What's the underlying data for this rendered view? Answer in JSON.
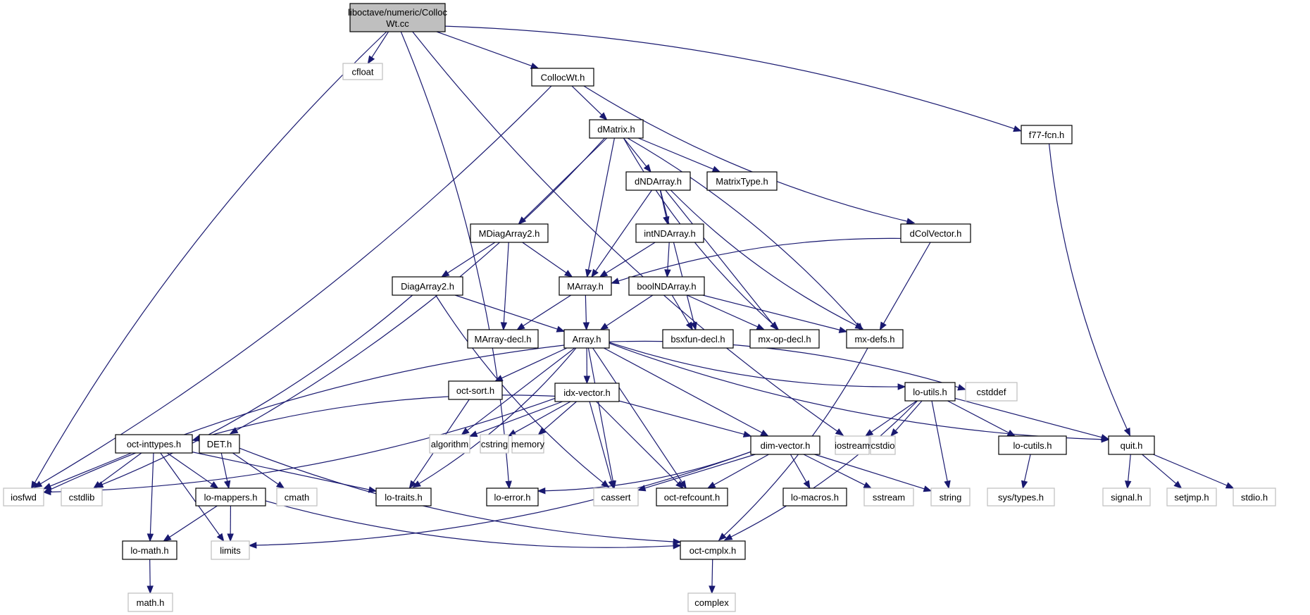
{
  "title": "liboctave/numeric/CollocWt.cc include dependency graph",
  "colors": {
    "edge": "#191970",
    "root_fill": "#bfbfbf",
    "internal_border": "#000000",
    "external_border": "#bfbfbf"
  },
  "nodes": [
    {
      "id": "root",
      "label_lines": [
        "liboctave/numeric/Colloc",
        "Wt.cc"
      ],
      "kind": "root"
    },
    {
      "id": "cfloat",
      "label_lines": [
        "cfloat"
      ],
      "kind": "ext"
    },
    {
      "id": "CollocWt_h",
      "label_lines": [
        "CollocWt.h"
      ],
      "kind": "int"
    },
    {
      "id": "f77_fcn_h",
      "label_lines": [
        "f77-fcn.h"
      ],
      "kind": "int"
    },
    {
      "id": "dMatrix_h",
      "label_lines": [
        "dMatrix.h"
      ],
      "kind": "int"
    },
    {
      "id": "dNDArray_h",
      "label_lines": [
        "dNDArray.h"
      ],
      "kind": "int"
    },
    {
      "id": "MatrixType_h",
      "label_lines": [
        "MatrixType.h"
      ],
      "kind": "int"
    },
    {
      "id": "MDiagArray2_h",
      "label_lines": [
        "MDiagArray2.h"
      ],
      "kind": "int"
    },
    {
      "id": "intNDArray_h",
      "label_lines": [
        "intNDArray.h"
      ],
      "kind": "int"
    },
    {
      "id": "dColVector_h",
      "label_lines": [
        "dColVector.h"
      ],
      "kind": "int"
    },
    {
      "id": "DiagArray2_h",
      "label_lines": [
        "DiagArray2.h"
      ],
      "kind": "int"
    },
    {
      "id": "MArray_h",
      "label_lines": [
        "MArray.h"
      ],
      "kind": "int"
    },
    {
      "id": "boolNDArray_h",
      "label_lines": [
        "boolNDArray.h"
      ],
      "kind": "int"
    },
    {
      "id": "MArray_decl_h",
      "label_lines": [
        "MArray-decl.h"
      ],
      "kind": "int"
    },
    {
      "id": "Array_h",
      "label_lines": [
        "Array.h"
      ],
      "kind": "int"
    },
    {
      "id": "bsxfun_decl_h",
      "label_lines": [
        "bsxfun-decl.h"
      ],
      "kind": "int"
    },
    {
      "id": "mx_op_decl_h",
      "label_lines": [
        "mx-op-decl.h"
      ],
      "kind": "int"
    },
    {
      "id": "mx_defs_h",
      "label_lines": [
        "mx-defs.h"
      ],
      "kind": "int"
    },
    {
      "id": "oct_sort_h",
      "label_lines": [
        "oct-sort.h"
      ],
      "kind": "int"
    },
    {
      "id": "idx_vector_h",
      "label_lines": [
        "idx-vector.h"
      ],
      "kind": "int"
    },
    {
      "id": "lo_utils_h",
      "label_lines": [
        "lo-utils.h"
      ],
      "kind": "int"
    },
    {
      "id": "cstddef",
      "label_lines": [
        "cstddef"
      ],
      "kind": "ext"
    },
    {
      "id": "oct_inttypes_h",
      "label_lines": [
        "oct-inttypes.h"
      ],
      "kind": "int"
    },
    {
      "id": "DET_h",
      "label_lines": [
        "DET.h"
      ],
      "kind": "int"
    },
    {
      "id": "algorithm",
      "label_lines": [
        "algorithm"
      ],
      "kind": "ext"
    },
    {
      "id": "cstring",
      "label_lines": [
        "cstring"
      ],
      "kind": "ext"
    },
    {
      "id": "memory",
      "label_lines": [
        "memory"
      ],
      "kind": "ext"
    },
    {
      "id": "dim_vector_h",
      "label_lines": [
        "dim-vector.h"
      ],
      "kind": "int"
    },
    {
      "id": "iostream",
      "label_lines": [
        "iostream"
      ],
      "kind": "ext"
    },
    {
      "id": "cstdio",
      "label_lines": [
        "cstdio"
      ],
      "kind": "ext"
    },
    {
      "id": "lo_cutils_h",
      "label_lines": [
        "lo-cutils.h"
      ],
      "kind": "int"
    },
    {
      "id": "quit_h",
      "label_lines": [
        "quit.h"
      ],
      "kind": "int"
    },
    {
      "id": "iosfwd",
      "label_lines": [
        "iosfwd"
      ],
      "kind": "ext"
    },
    {
      "id": "cstdlib",
      "label_lines": [
        "cstdlib"
      ],
      "kind": "ext"
    },
    {
      "id": "lo_mappers_h",
      "label_lines": [
        "lo-mappers.h"
      ],
      "kind": "int"
    },
    {
      "id": "cmath",
      "label_lines": [
        "cmath"
      ],
      "kind": "ext"
    },
    {
      "id": "lo_traits_h",
      "label_lines": [
        "lo-traits.h"
      ],
      "kind": "int"
    },
    {
      "id": "lo_error_h",
      "label_lines": [
        "lo-error.h"
      ],
      "kind": "int"
    },
    {
      "id": "cassert",
      "label_lines": [
        "cassert"
      ],
      "kind": "ext"
    },
    {
      "id": "oct_refcount_h",
      "label_lines": [
        "oct-refcount.h"
      ],
      "kind": "int"
    },
    {
      "id": "lo_macros_h",
      "label_lines": [
        "lo-macros.h"
      ],
      "kind": "int"
    },
    {
      "id": "sstream",
      "label_lines": [
        "sstream"
      ],
      "kind": "ext"
    },
    {
      "id": "string",
      "label_lines": [
        "string"
      ],
      "kind": "ext"
    },
    {
      "id": "sys_types_h",
      "label_lines": [
        "sys/types.h"
      ],
      "kind": "ext"
    },
    {
      "id": "signal_h",
      "label_lines": [
        "signal.h"
      ],
      "kind": "ext"
    },
    {
      "id": "setjmp_h",
      "label_lines": [
        "setjmp.h"
      ],
      "kind": "ext"
    },
    {
      "id": "stdio_h",
      "label_lines": [
        "stdio.h"
      ],
      "kind": "ext"
    },
    {
      "id": "lo_math_h",
      "label_lines": [
        "lo-math.h"
      ],
      "kind": "int"
    },
    {
      "id": "limits",
      "label_lines": [
        "limits"
      ],
      "kind": "ext"
    },
    {
      "id": "oct_cmplx_h",
      "label_lines": [
        "oct-cmplx.h"
      ],
      "kind": "int"
    },
    {
      "id": "math_h",
      "label_lines": [
        "math.h"
      ],
      "kind": "ext"
    },
    {
      "id": "complex",
      "label_lines": [
        "complex"
      ],
      "kind": "ext"
    }
  ],
  "edges": [
    [
      "root",
      "cfloat"
    ],
    [
      "root",
      "CollocWt_h"
    ],
    [
      "root",
      "f77_fcn_h"
    ],
    [
      "root",
      "iosfwd"
    ],
    [
      "root",
      "lo_error_h"
    ],
    [
      "root",
      "iostream"
    ],
    [
      "CollocWt_h",
      "dMatrix_h"
    ],
    [
      "CollocWt_h",
      "dColVector_h"
    ],
    [
      "CollocWt_h",
      "iosfwd"
    ],
    [
      "f77_fcn_h",
      "quit_h"
    ],
    [
      "dMatrix_h",
      "dNDArray_h"
    ],
    [
      "dMatrix_h",
      "MatrixType_h"
    ],
    [
      "dMatrix_h",
      "MDiagArray2_h"
    ],
    [
      "dMatrix_h",
      "MArray_h"
    ],
    [
      "dMatrix_h",
      "DET_h"
    ],
    [
      "dMatrix_h",
      "mx_op_decl_h"
    ],
    [
      "dMatrix_h",
      "mx_defs_h"
    ],
    [
      "dNDArray_h",
      "intNDArray_h"
    ],
    [
      "dNDArray_h",
      "MArray_h"
    ],
    [
      "dNDArray_h",
      "bsxfun_decl_h"
    ],
    [
      "dNDArray_h",
      "mx_op_decl_h"
    ],
    [
      "dNDArray_h",
      "mx_defs_h"
    ],
    [
      "MDiagArray2_h",
      "DiagArray2_h"
    ],
    [
      "MDiagArray2_h",
      "MArray_h"
    ],
    [
      "MDiagArray2_h",
      "MArray_decl_h"
    ],
    [
      "intNDArray_h",
      "MArray_h"
    ],
    [
      "intNDArray_h",
      "boolNDArray_h"
    ],
    [
      "dColVector_h",
      "MArray_h"
    ],
    [
      "dColVector_h",
      "mx_defs_h"
    ],
    [
      "DiagArray2_h",
      "Array_h"
    ],
    [
      "DiagArray2_h",
      "cstdlib"
    ],
    [
      "DiagArray2_h",
      "cassert"
    ],
    [
      "MArray_h",
      "Array_h"
    ],
    [
      "MArray_h",
      "MArray_decl_h"
    ],
    [
      "boolNDArray_h",
      "Array_h"
    ],
    [
      "boolNDArray_h",
      "bsxfun_decl_h"
    ],
    [
      "boolNDArray_h",
      "mx_op_decl_h"
    ],
    [
      "boolNDArray_h",
      "mx_defs_h"
    ],
    [
      "mx_defs_h",
      "oct_cmplx_h"
    ],
    [
      "Array_h",
      "oct_sort_h"
    ],
    [
      "Array_h",
      "idx_vector_h"
    ],
    [
      "Array_h",
      "lo_utils_h"
    ],
    [
      "Array_h",
      "cstddef"
    ],
    [
      "Array_h",
      "iosfwd"
    ],
    [
      "Array_h",
      "algorithm"
    ],
    [
      "Array_h",
      "dim_vector_h"
    ],
    [
      "Array_h",
      "lo_traits_h"
    ],
    [
      "Array_h",
      "cassert"
    ],
    [
      "Array_h",
      "oct_refcount_h"
    ],
    [
      "Array_h",
      "quit_h"
    ],
    [
      "oct_sort_h",
      "lo_traits_h"
    ],
    [
      "idx_vector_h",
      "oct_inttypes_h"
    ],
    [
      "idx_vector_h",
      "iosfwd"
    ],
    [
      "idx_vector_h",
      "algorithm"
    ],
    [
      "idx_vector_h",
      "cstring"
    ],
    [
      "idx_vector_h",
      "memory"
    ],
    [
      "idx_vector_h",
      "cassert"
    ],
    [
      "idx_vector_h",
      "oct_refcount_h"
    ],
    [
      "idx_vector_h",
      "dim_vector_h"
    ],
    [
      "lo_utils_h",
      "iostream"
    ],
    [
      "lo_utils_h",
      "cstdio"
    ],
    [
      "lo_utils_h",
      "string"
    ],
    [
      "lo_utils_h",
      "lo_cutils_h"
    ],
    [
      "lo_utils_h",
      "quit_h"
    ],
    [
      "lo_utils_h",
      "oct_cmplx_h"
    ],
    [
      "lo_cutils_h",
      "sys_types_h"
    ],
    [
      "quit_h",
      "signal_h"
    ],
    [
      "quit_h",
      "setjmp_h"
    ],
    [
      "quit_h",
      "stdio_h"
    ],
    [
      "oct_inttypes_h",
      "iosfwd"
    ],
    [
      "oct_inttypes_h",
      "cstdlib"
    ],
    [
      "oct_inttypes_h",
      "lo_mappers_h"
    ],
    [
      "oct_inttypes_h",
      "lo_math_h"
    ],
    [
      "oct_inttypes_h",
      "limits"
    ],
    [
      "oct_inttypes_h",
      "lo_traits_h"
    ],
    [
      "DET_h",
      "lo_mappers_h"
    ],
    [
      "DET_h",
      "cmath"
    ],
    [
      "DET_h",
      "oct_cmplx_h"
    ],
    [
      "dim_vector_h",
      "lo_error_h"
    ],
    [
      "dim_vector_h",
      "cassert"
    ],
    [
      "dim_vector_h",
      "oct_refcount_h"
    ],
    [
      "dim_vector_h",
      "lo_macros_h"
    ],
    [
      "dim_vector_h",
      "sstream"
    ],
    [
      "dim_vector_h",
      "string"
    ],
    [
      "dim_vector_h",
      "limits"
    ],
    [
      "lo_mappers_h",
      "lo_math_h"
    ],
    [
      "lo_mappers_h",
      "limits"
    ],
    [
      "lo_mappers_h",
      "oct_cmplx_h"
    ],
    [
      "lo_math_h",
      "math_h"
    ],
    [
      "oct_cmplx_h",
      "complex"
    ]
  ]
}
